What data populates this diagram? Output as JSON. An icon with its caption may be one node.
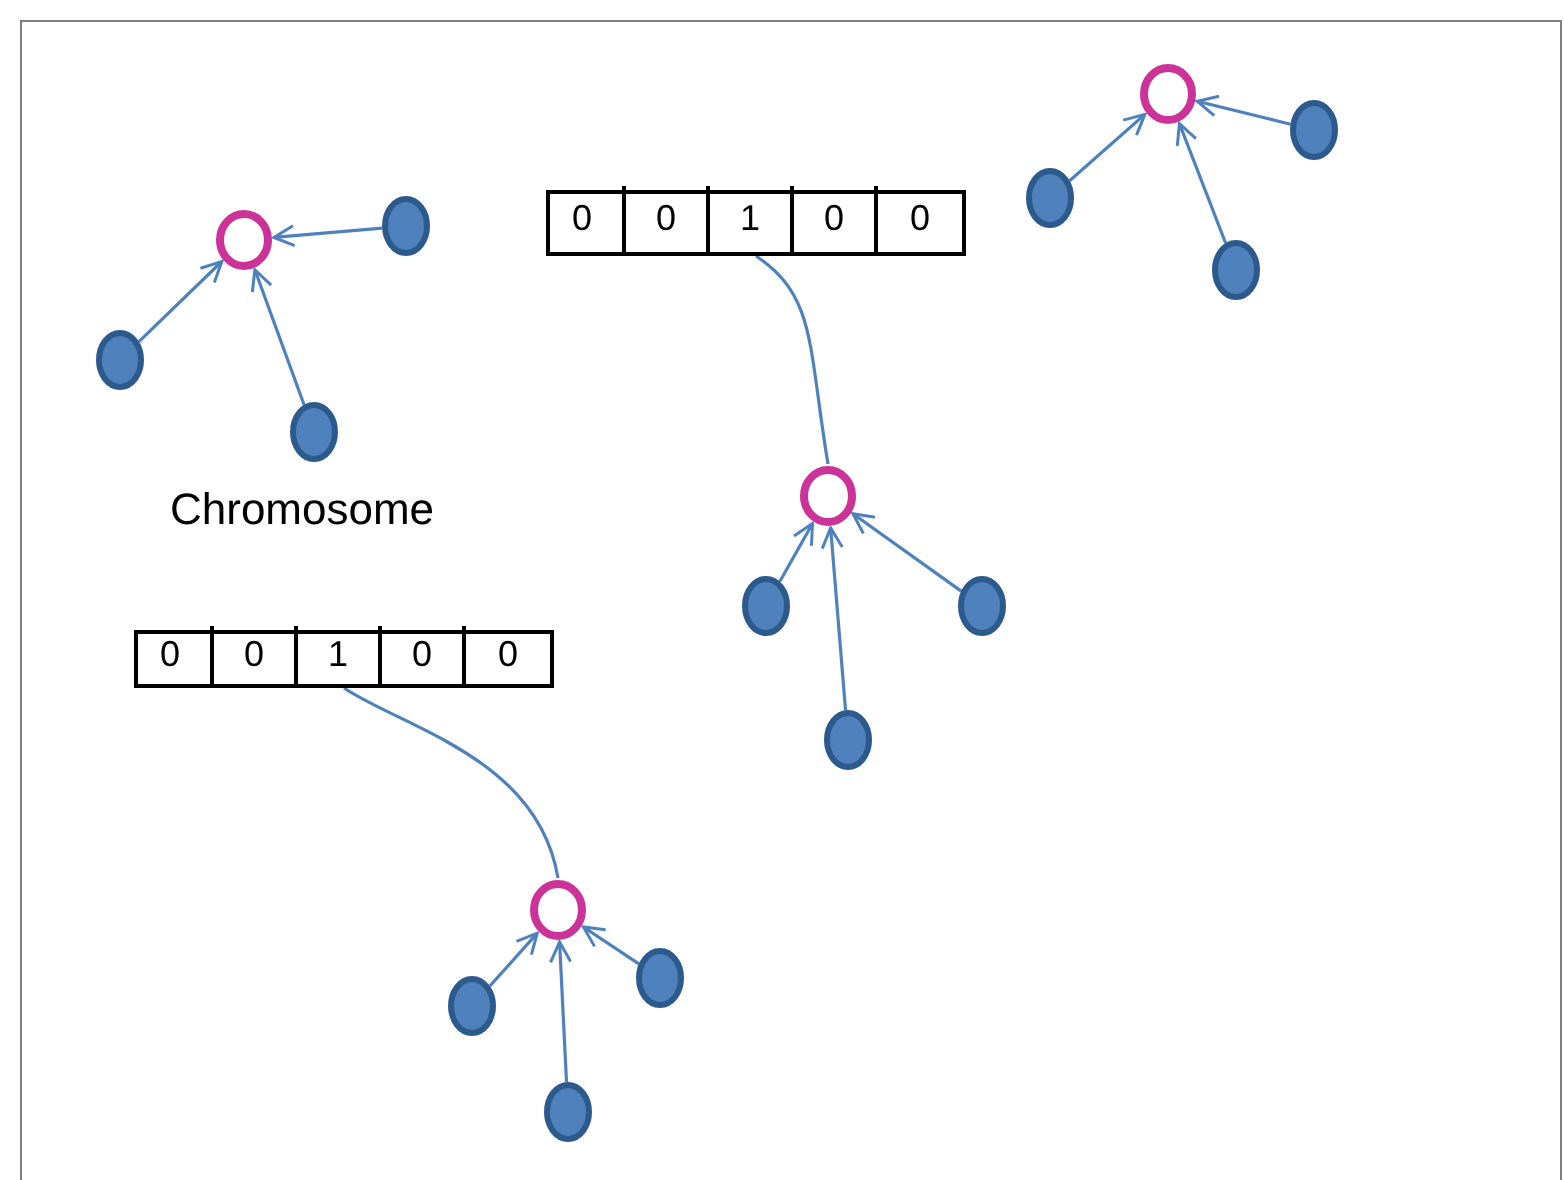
{
  "diagram": {
    "nodes": [
      {
        "text": [],
        "shape": "circle"
      },
      {
        "text": [],
        "shape": "circle"
      },
      {
        "text": [],
        "shape": "circle"
      },
      {
        "text": [],
        "shape": "circle"
      },
      {
        "text": [],
        "shape": "circle"
      },
      {
        "text": [],
        "shape": "circle"
      },
      {
        "text": [],
        "shape": "circle"
      },
      {
        "text": [],
        "shape": "circle"
      },
      {
        "text": [],
        "shape": "box"
      },
      {
        "text": [
          "0"
        ],
        "in": 8
      },
      {
        "text": [
          "0"
        ],
        "in": 8
      },
      {
        "text": [
          "1"
        ],
        "in": 8
      },
      {
        "text": [
          "0"
        ],
        "in": 8
      },
      {
        "text": [
          "0"
        ],
        "in": 8
      },
      {
        "text": [],
        "shape": "circle"
      },
      {
        "text": [],
        "shape": "circle"
      },
      {
        "text": [],
        "shape": "circle"
      },
      {
        "text": [],
        "shape": "circle"
      },
      {
        "text": [],
        "shape": "box"
      },
      {
        "text": [
          "0"
        ],
        "in": 18
      },
      {
        "text": [
          "0"
        ],
        "in": 18
      },
      {
        "text": [
          "1"
        ],
        "in": 18
      },
      {
        "text": [
          "0"
        ],
        "in": 18
      },
      {
        "text": [
          "0"
        ],
        "in": 18
      },
      {
        "text": [],
        "shape": "circle"
      },
      {
        "text": [],
        "shape": "circle"
      },
      {
        "text": [],
        "shape": "circle"
      },
      {
        "text": [],
        "shape": "circle"
      }
    ],
    "edges": [
      {
        "from": 1,
        "to": 0,
        "arrow": "to"
      },
      {
        "from": 2,
        "to": 0,
        "arrow": "to"
      },
      {
        "from": 3,
        "to": 0,
        "arrow": "to"
      },
      {
        "from": 5,
        "to": 4,
        "arrow": "to"
      },
      {
        "from": 6,
        "to": 4,
        "arrow": "to"
      },
      {
        "from": 7,
        "to": 4,
        "arrow": "to"
      },
      {
        "from": 11,
        "to": 14,
        "arrow": "none"
      },
      {
        "from": 15,
        "to": 14,
        "arrow": "to"
      },
      {
        "from": 16,
        "to": 14,
        "arrow": "to"
      },
      {
        "from": 17,
        "to": 14,
        "arrow": "to"
      },
      {
        "from": 21,
        "to": 24,
        "arrow": "none"
      },
      {
        "from": 25,
        "to": 24,
        "arrow": "to"
      },
      {
        "from": 26,
        "to": 24,
        "arrow": "to"
      },
      {
        "from": 27,
        "to": 24,
        "arrow": "to"
      }
    ],
    "labels": [
      "Chromosome"
    ]
  }
}
